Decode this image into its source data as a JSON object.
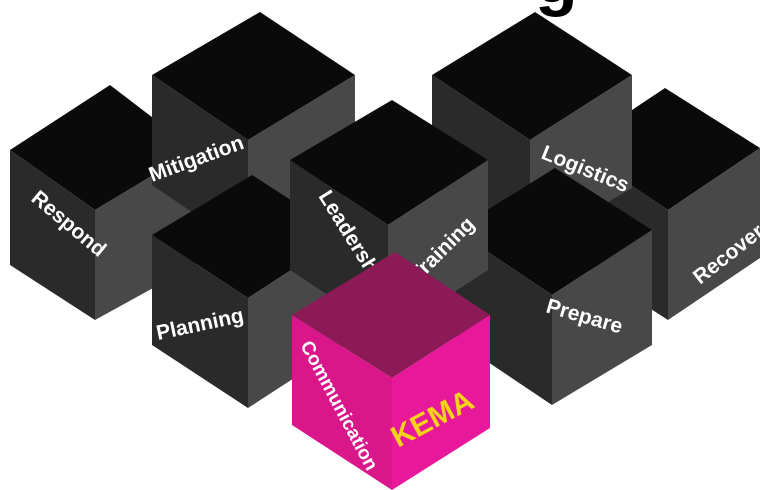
{
  "colors": {
    "cube_top": "#0a0a0a",
    "cube_left": "#232323",
    "cube_right": "#4a4a4a",
    "accent_top": "#8c1a57",
    "accent_left": "#d9178a",
    "accent_right": "#e8189a",
    "brand_text": "#f4d21a",
    "label_text": "#ffffff"
  },
  "header_fragment": "g",
  "cubes": [
    {
      "id": "respond",
      "label": "Respond"
    },
    {
      "id": "mitigation",
      "label": "Mitigation"
    },
    {
      "id": "logistics",
      "label": "Logistics"
    },
    {
      "id": "recover",
      "label": "Recover"
    },
    {
      "id": "leadership",
      "label": "Leadership"
    },
    {
      "id": "training",
      "label": "Training"
    },
    {
      "id": "planning",
      "label": "Planning"
    },
    {
      "id": "prepare",
      "label": "Prepare"
    },
    {
      "id": "communication",
      "label": "Communication"
    }
  ],
  "brand": "KEMA"
}
